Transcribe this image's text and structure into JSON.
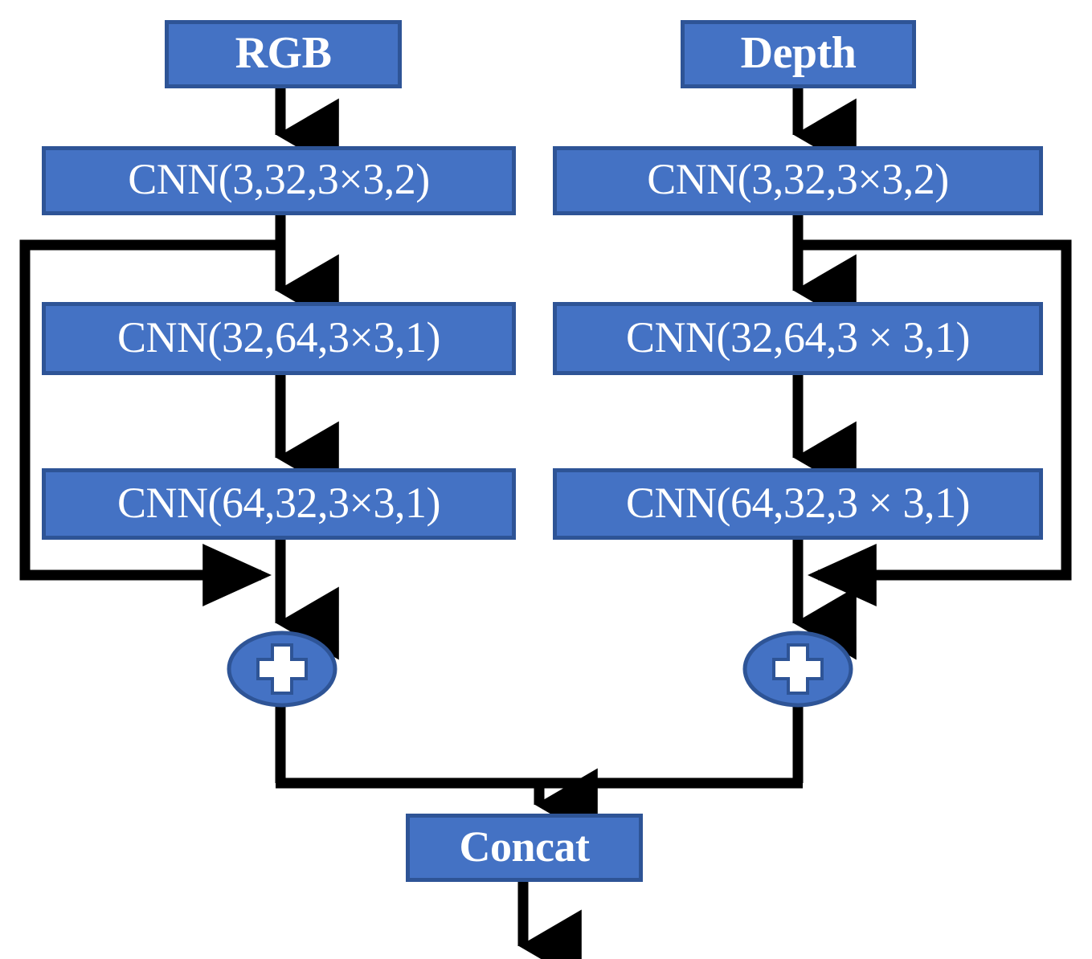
{
  "diagram": {
    "title": "Two-stream RGB-Depth residual CNN fusion block",
    "colors": {
      "node_fill": "#4472C4",
      "node_border": "#2E5496",
      "node_text": "#FFFFFF",
      "edge": "#000000",
      "background": "#FFFFFF"
    },
    "branches": [
      {
        "name": "rgb-branch",
        "input": {
          "label": "RGB"
        },
        "layers": [
          {
            "label": "CNN(3,32,3×3,2)"
          },
          {
            "label": "CNN(32,64,3×3,1)"
          },
          {
            "label": "CNN(64,32,3×3,1)"
          }
        ],
        "merge": {
          "label": "+",
          "icon": "plus-icon"
        }
      },
      {
        "name": "depth-branch",
        "input": {
          "label": "Depth"
        },
        "layers": [
          {
            "label": "CNN(3,32,3×3,2)"
          },
          {
            "label": "CNN(32,64,3 × 3,1)"
          },
          {
            "label": "CNN(64,32,3 × 3,1)"
          }
        ],
        "merge": {
          "label": "+",
          "icon": "plus-icon"
        }
      }
    ],
    "fusion": {
      "label": "Concat"
    },
    "edges": {
      "skip_connection_left": "residual skip from CNN(3,32,3×3,2) output to adder",
      "skip_connection_right": "residual skip from CNN(3,32,3×3,2) output to adder",
      "output_arrow": "downward arrow out of Concat"
    }
  }
}
